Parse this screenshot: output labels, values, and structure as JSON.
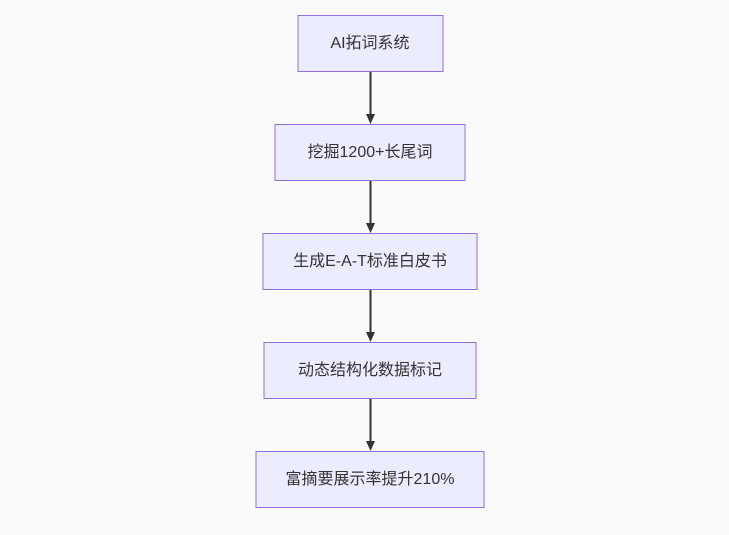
{
  "page": {
    "background_color": "#fafafa"
  },
  "flowchart": {
    "direction": "top-down",
    "node_fill_color": "#ECECFF",
    "node_border_color": "#9370DB",
    "text_color": "#333333",
    "arrow_color": "#333333",
    "nodes": [
      {
        "label": "AI拓词系统"
      },
      {
        "label": "挖掘1200+长尾词"
      },
      {
        "label": "生成E-A-T标准白皮书"
      },
      {
        "label": "动态结构化数据标记"
      },
      {
        "label": "富摘要展示率提升210%"
      }
    ],
    "edges": [
      {
        "from": 0,
        "to": 1
      },
      {
        "from": 1,
        "to": 2
      },
      {
        "from": 2,
        "to": 3
      },
      {
        "from": 3,
        "to": 4
      }
    ]
  }
}
